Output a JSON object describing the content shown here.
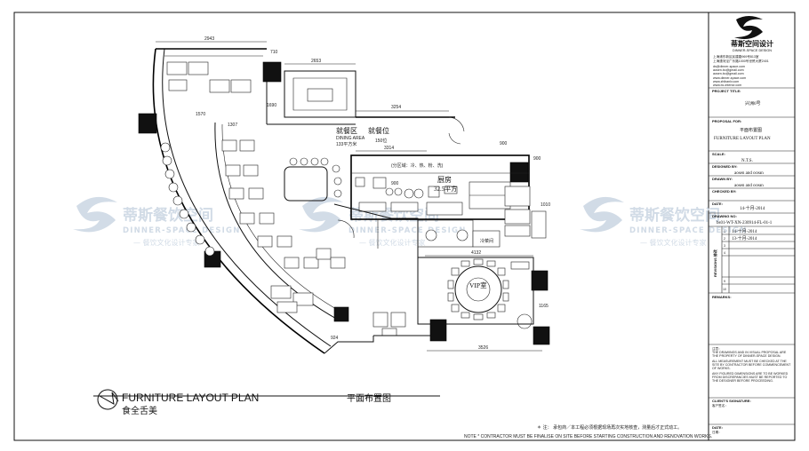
{
  "colors": {
    "ink": "#111111",
    "watermark": "#cdd8e4",
    "paper": "#ffffff"
  },
  "watermark": {
    "brand_cn": "蒂斯餐饮空间",
    "brand_en": "DINNER-SPACE DESIGN",
    "slogan": "— 餐饮文化设计专家"
  },
  "plan": {
    "dining_area_cn": "就餐区",
    "dining_area_en": "DINING AREA",
    "dining_area_size": "133平方米",
    "seats_label": "就餐位",
    "seats_count": "150位",
    "kitchen_cn": "厨房",
    "kitchen_size": "32.5平方",
    "kitchen_note": "(分区域：冷、热、粉、洗)",
    "vip_room": "VIP室",
    "cold_room": "冷菜间",
    "dims": [
      "2943",
      "710",
      "2653",
      "3254",
      "1307",
      "1570",
      "3314",
      "900",
      "900",
      "900",
      "4132",
      "924",
      "3526",
      "1165",
      "1690",
      "1010"
    ]
  },
  "footer": {
    "title_en": "FURNITURE LAYOUT PLAN",
    "title_cn": "平面布置图",
    "brand_cn": "食全舌美",
    "note_cn": "＊ 注：  承包商／本工程必须根据现场再次实地核查，测量后才正式动工。",
    "note_en": "NOTE * CONTRACTOR MUST BE FINALISE ON SITE BEFORE STARTING CONSTRUCTION AND RENOVATION WORKS."
  },
  "titleblock": {
    "company_cn": "蒂斯空间设计",
    "company_en": "DINNER-SPACE DESIGN",
    "address_1": "上海浦东新区民建路969号813室",
    "address_2": "上海漕河泾广乐路1000号世贸大厦2401",
    "email_1": "ds@dinner-space.com",
    "email_2": "aosen.bc@gmail.com",
    "email_3": "aosen.bc@gmail.com",
    "web_1": "www.dinner-space.com",
    "web_2": "www.zhibanlv.com",
    "web_3": "www.bc-interior.com",
    "project_title_label": "PROJECT TITLE:",
    "project_title_value": "兴洲6号",
    "proposal_label": "PROPOSAL FOR:",
    "proposal_cn": "平面布置图",
    "proposal_en": "FURNITURE LAYOUT PLAN",
    "scale_label": "SCALE:",
    "scale_value": "N.T.S.",
    "designed_label": "DESIGNED BY:",
    "designed_value": "aosen and ocean",
    "drawn_label": "DRAWN BY:",
    "drawn_value": "aosen and ocean",
    "checked_label": "CHECKED BY:",
    "date_label": "DATE:",
    "date_value": "14-十月-2014",
    "drawing_no_label": "DRAWING NO:",
    "drawing_no_value": "bs01-WT-XN-230914-FL-01-1",
    "revisions_label": "REVISIONS 修改",
    "revisions": [
      {
        "no": "1",
        "date": "14-十月-2014"
      },
      {
        "no": "2",
        "date": "13-十月-2014"
      },
      {
        "no": "3",
        "date": ""
      },
      {
        "no": "4",
        "date": ""
      },
      {
        "no": "9",
        "date": ""
      },
      {
        "no": "10",
        "date": ""
      }
    ],
    "remarks_label": "REMARKS:",
    "remarks_lines": [
      "注意：",
      "THE DRAWINGS AND IN VISUAL PROPOSAL ARE",
      "THE PROPERTY OF DINNER-SPACE DESIGN.",
      "ALL MEASUREMENT MUST BE CHECKED AT THE",
      "SITE BY CONTRACTOR BEFORE COMMENCEMENT",
      "OF WORKS.",
      "ANY FIGURED DIMENSIONS ARE TO BE WORKED",
      "FROM DISCREPANCIES MUST BE REPORTED TO",
      "THE DESIGNER BEFORE PROCEEDING."
    ],
    "client_label": "CLIENT'S SIGNATURE:",
    "client_sub": "客户签名：",
    "tb_date_label": "DATE:",
    "tb_date_sub": "日期："
  }
}
